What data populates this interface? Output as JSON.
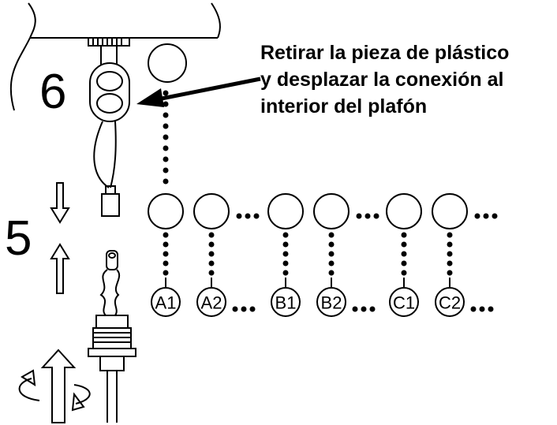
{
  "steps": {
    "remove_cover": "6",
    "connect_wires": "5"
  },
  "instruction": {
    "line1": "Retirar la pieza de plástico",
    "line2": "y desplazar la conexión al",
    "line3": "interior del plafón"
  },
  "terminals": [
    "A1",
    "A2",
    "B1",
    "B2",
    "C1",
    "C2"
  ]
}
